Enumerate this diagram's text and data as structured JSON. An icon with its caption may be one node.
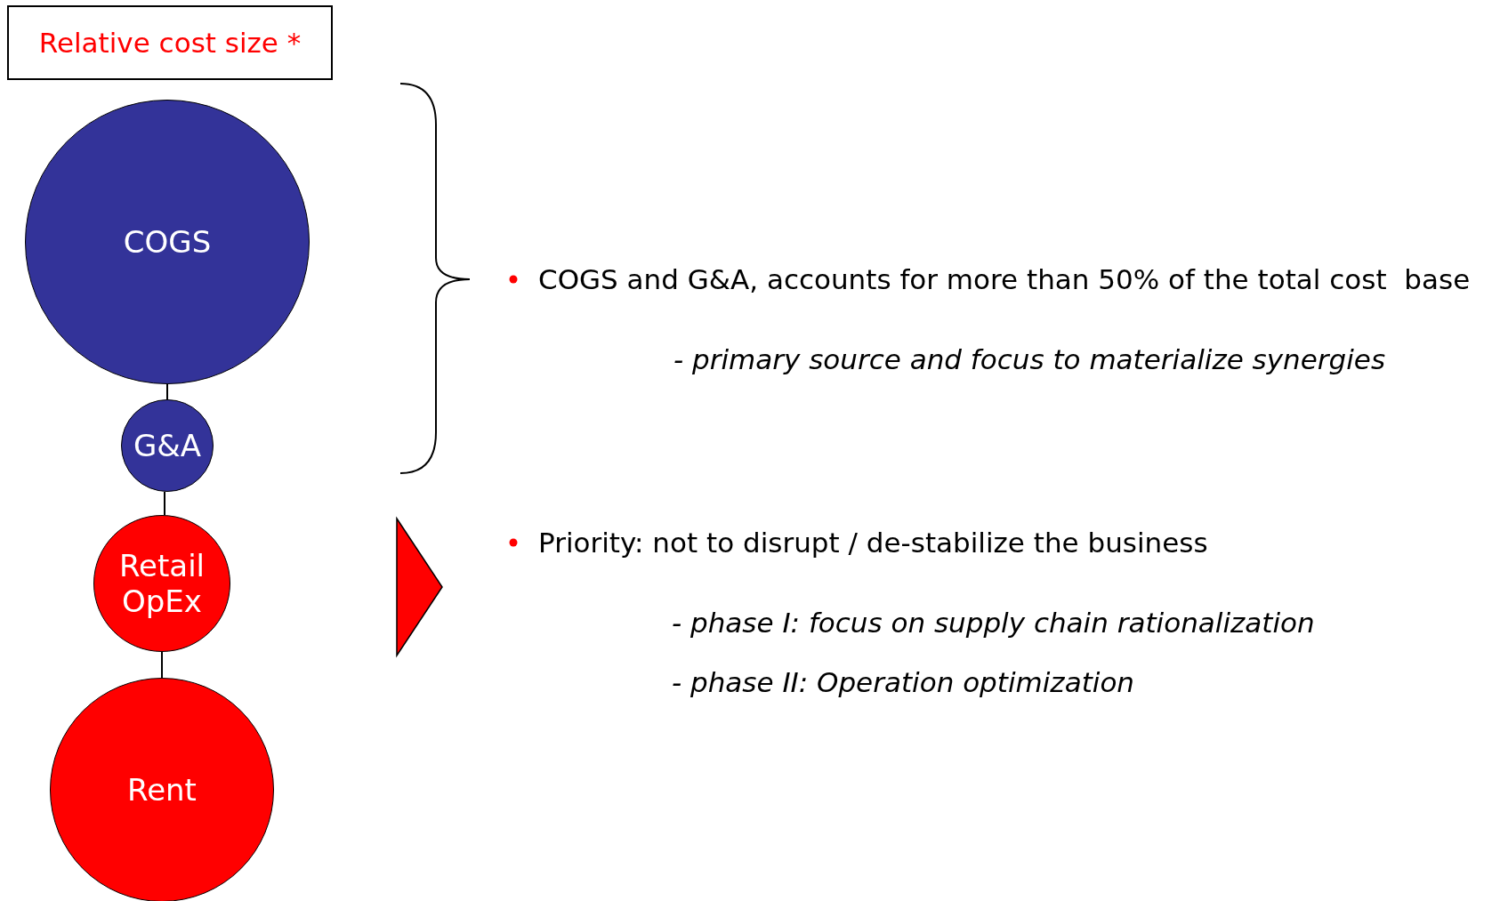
{
  "diagram": {
    "nodes": [
      {
        "text": [
          "Relative cost size *"
        ]
      },
      {
        "text": [
          "COGS"
        ]
      },
      {
        "text": [
          "G&A"
        ]
      },
      {
        "text": [
          "Retail OpEx"
        ]
      },
      {
        "text": [
          "Rent"
        ]
      },
      {
        "text": [],
        "shape": "triangle"
      }
    ],
    "edges": [
      {
        "from": 1,
        "to": 2,
        "arrow": "none"
      },
      {
        "from": 2,
        "to": 3,
        "arrow": "none"
      },
      {
        "from": 3,
        "to": 4,
        "arrow": "none"
      }
    ],
    "labels": [
      "COGS and G&A, accounts for more than 50% of the total cost  base",
      "- primary source and focus to materialize synergies",
      "Priority: not to disrupt / de-stabilize the business",
      "- phase I: focus on supply chain rationalization",
      "- phase II: Operation optimization"
    ]
  }
}
